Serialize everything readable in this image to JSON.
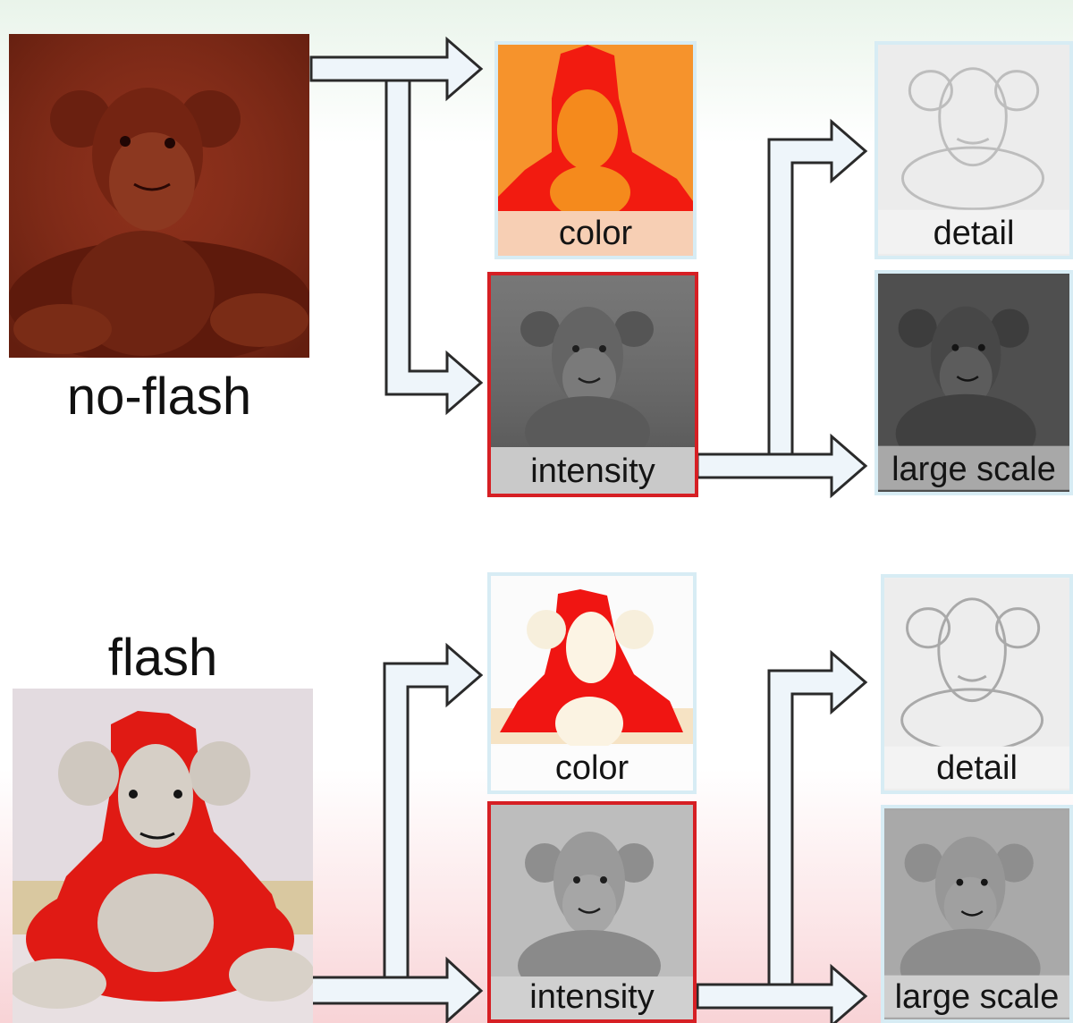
{
  "labels": {
    "no_flash": "no-flash",
    "flash": "flash",
    "top_color": "color",
    "top_intensity": "intensity",
    "top_detail": "detail",
    "top_large_scale": "large scale",
    "bottom_color": "color",
    "bottom_intensity": "intensity",
    "bottom_detail": "detail",
    "bottom_large_scale": "large scale"
  },
  "colors": {
    "highlight_frame": "#d61f24",
    "panel_frame": "#d7ecf4",
    "arrow_fill": "#eef5fa",
    "arrow_stroke": "#2a2a2a"
  }
}
